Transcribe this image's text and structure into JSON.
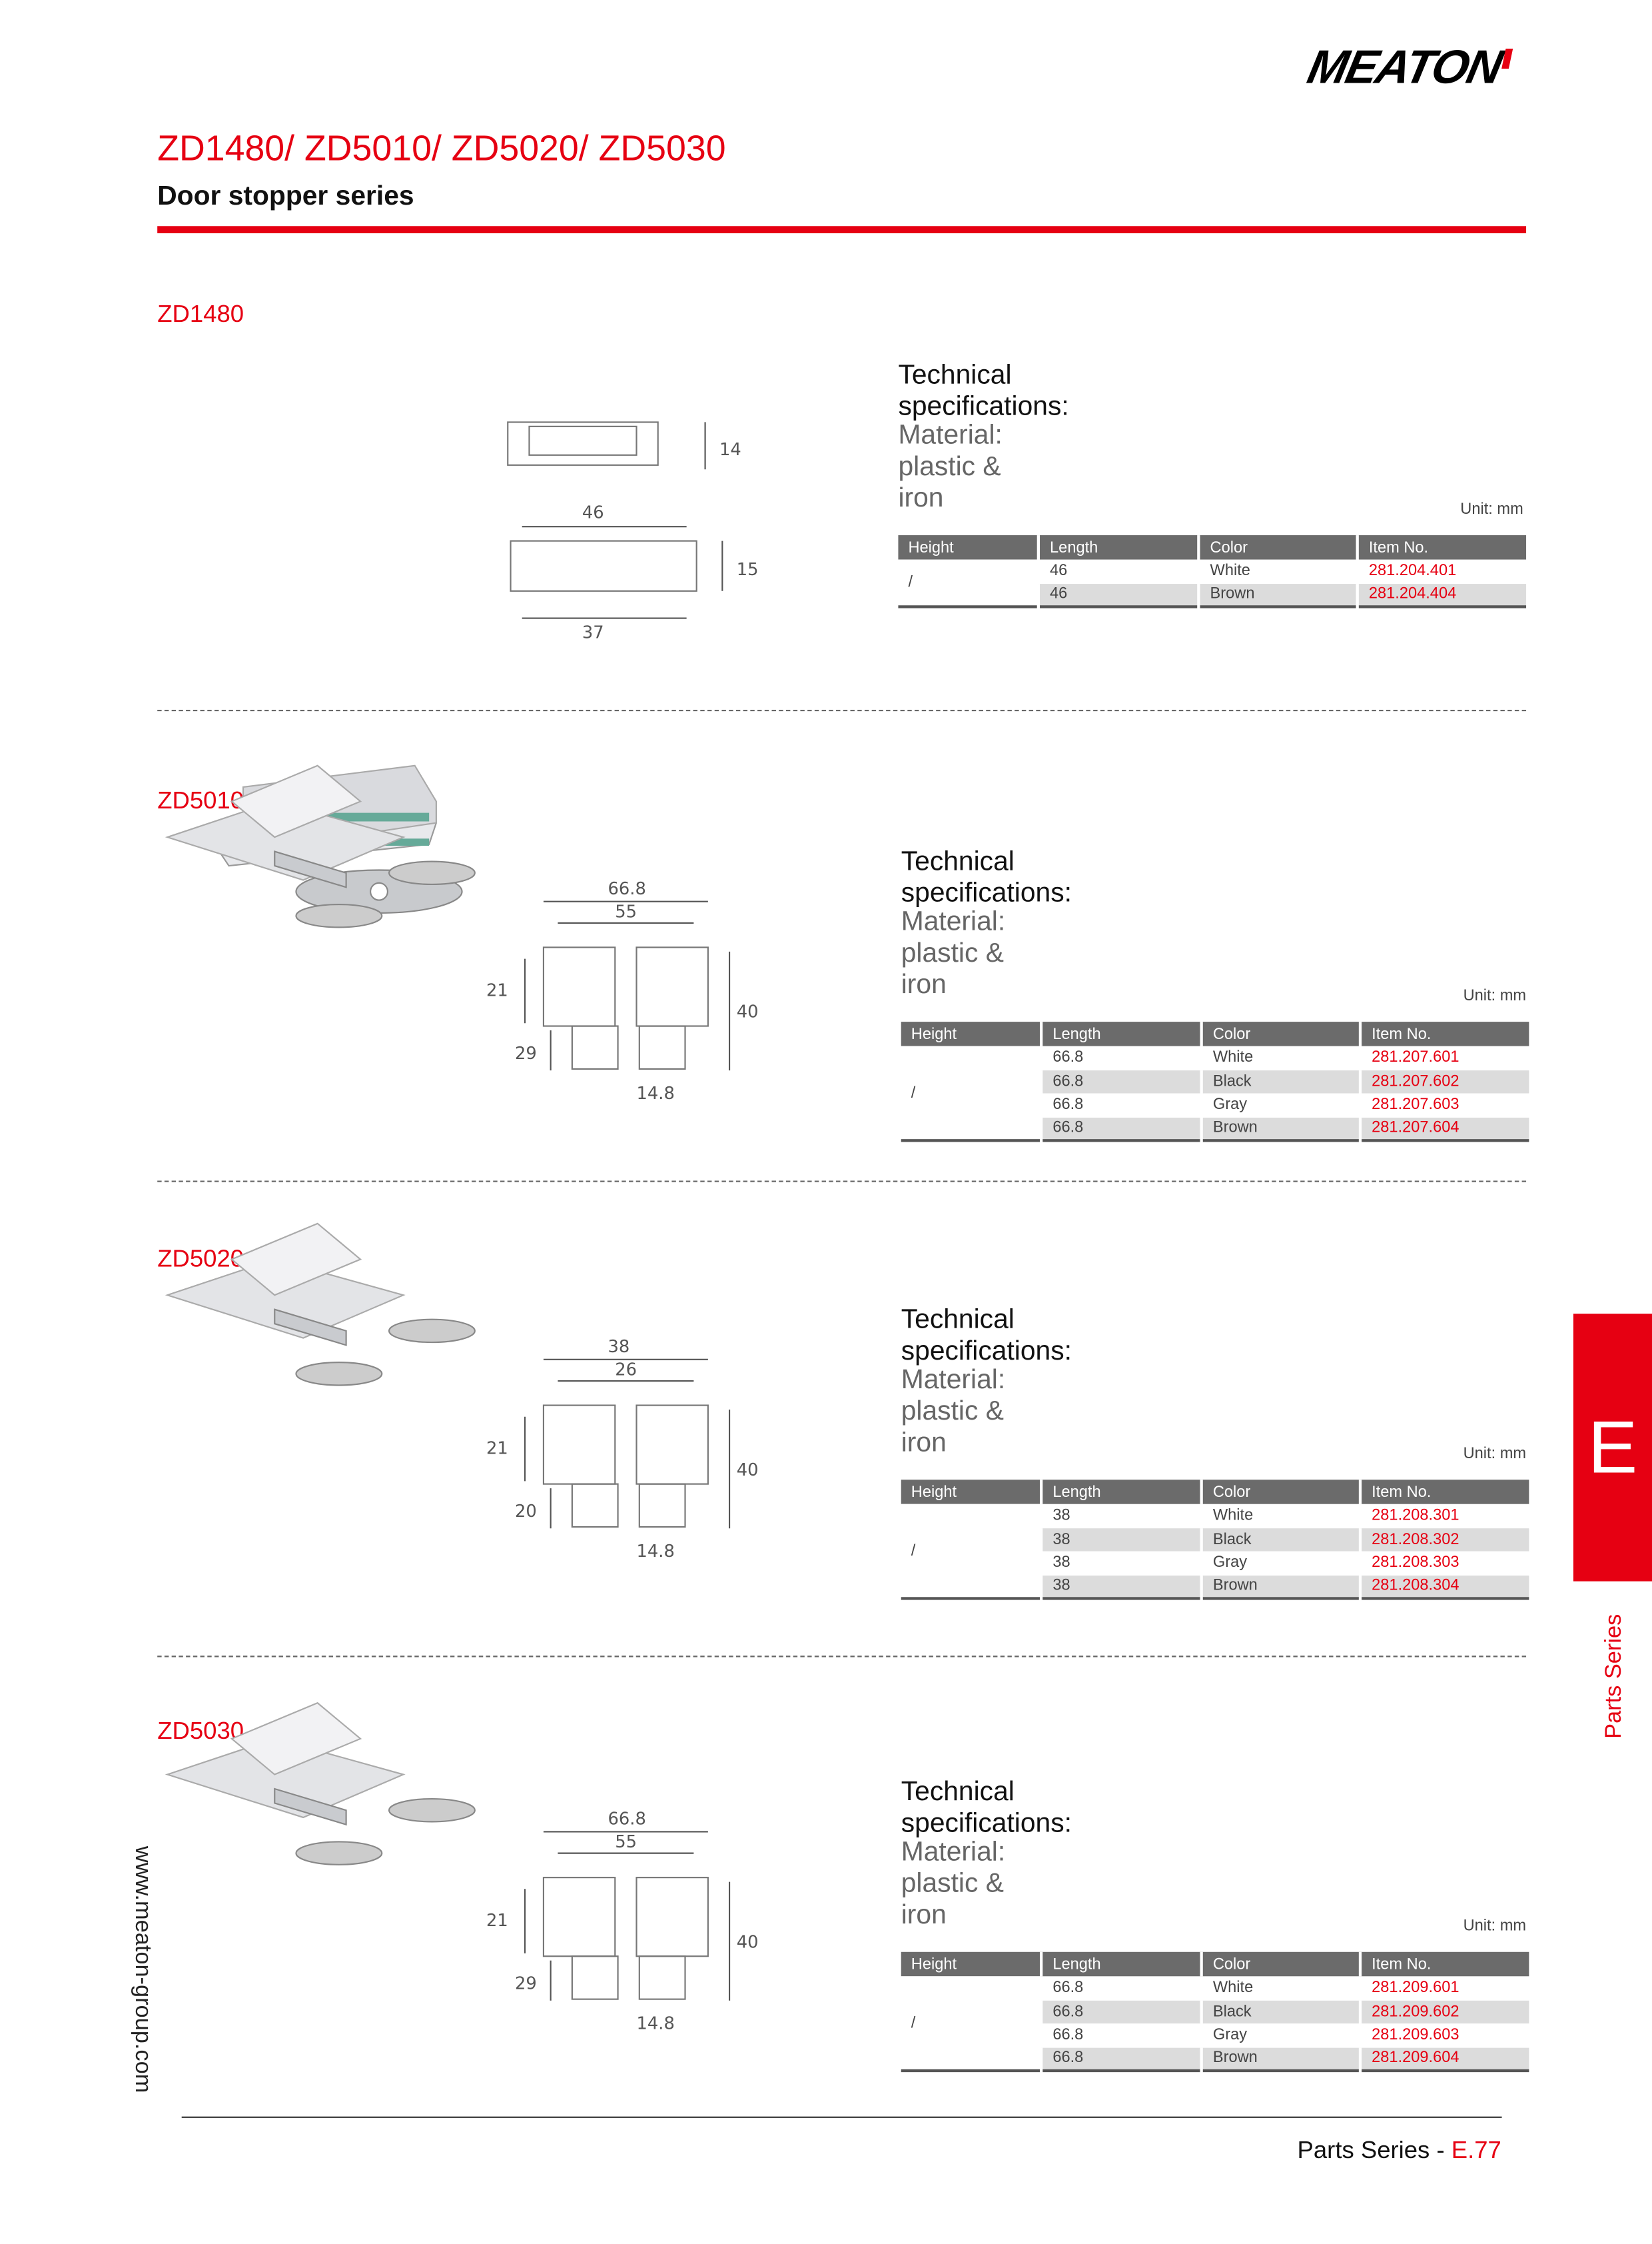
{
  "brand": {
    "logo_text": "MEATON"
  },
  "header": {
    "title": "ZD1480/ ZD5010/ ZD5020/ ZD5030",
    "subtitle": "Door stopper series"
  },
  "side": {
    "tab_letter": "E",
    "tab_label": "Parts Series",
    "website": "www.meaton-group.com"
  },
  "footer": {
    "prefix": "Parts Series - ",
    "page": "E.77"
  },
  "columns": [
    "Height",
    "Length",
    "Color",
    "Item No."
  ],
  "colors": {
    "accent": "#e60012",
    "table_header": "#6b6b6b",
    "row_alt": "#dcdcdc"
  },
  "sections": [
    {
      "name": "ZD1480",
      "spec_title": "Technical specifications:",
      "material": "Material: plastic & iron",
      "unit": "Unit: mm",
      "height": "/",
      "dims": [
        "14",
        "46",
        "15",
        "37"
      ],
      "rows": [
        {
          "length": "46",
          "color": "White",
          "item": "281.204.401"
        },
        {
          "length": "46",
          "color": "Brown",
          "item": "281.204.404"
        }
      ]
    },
    {
      "name": "ZD5010",
      "spec_title": "Technical specifications:",
      "material": "Material: plastic & iron",
      "unit": "Unit: mm",
      "height": "/",
      "dims": [
        "66.8",
        "55",
        "21",
        "40",
        "29",
        "14.8"
      ],
      "rows": [
        {
          "length": "66.8",
          "color": "White",
          "item": "281.207.601"
        },
        {
          "length": "66.8",
          "color": "Black",
          "item": "281.207.602"
        },
        {
          "length": "66.8",
          "color": "Gray",
          "item": "281.207.603"
        },
        {
          "length": "66.8",
          "color": "Brown",
          "item": "281.207.604"
        }
      ]
    },
    {
      "name": "ZD5020",
      "spec_title": "Technical specifications:",
      "material": "Material: plastic & iron",
      "unit": "Unit: mm",
      "height": "/",
      "dims": [
        "38",
        "26",
        "21",
        "40",
        "20",
        "14.8"
      ],
      "rows": [
        {
          "length": "38",
          "color": "White",
          "item": "281.208.301"
        },
        {
          "length": "38",
          "color": "Black",
          "item": "281.208.302"
        },
        {
          "length": "38",
          "color": "Gray",
          "item": "281.208.303"
        },
        {
          "length": "38",
          "color": "Brown",
          "item": "281.208.304"
        }
      ]
    },
    {
      "name": "ZD5030",
      "spec_title": "Technical specifications:",
      "material": "Material: plastic & iron",
      "unit": "Unit: mm",
      "height": "/",
      "dims": [
        "66.8",
        "55",
        "21",
        "40",
        "29",
        "14.8"
      ],
      "rows": [
        {
          "length": "66.8",
          "color": "White",
          "item": "281.209.601"
        },
        {
          "length": "66.8",
          "color": "Black",
          "item": "281.209.602"
        },
        {
          "length": "66.8",
          "color": "Gray",
          "item": "281.209.603"
        },
        {
          "length": "66.8",
          "color": "Brown",
          "item": "281.209.604"
        }
      ]
    }
  ]
}
